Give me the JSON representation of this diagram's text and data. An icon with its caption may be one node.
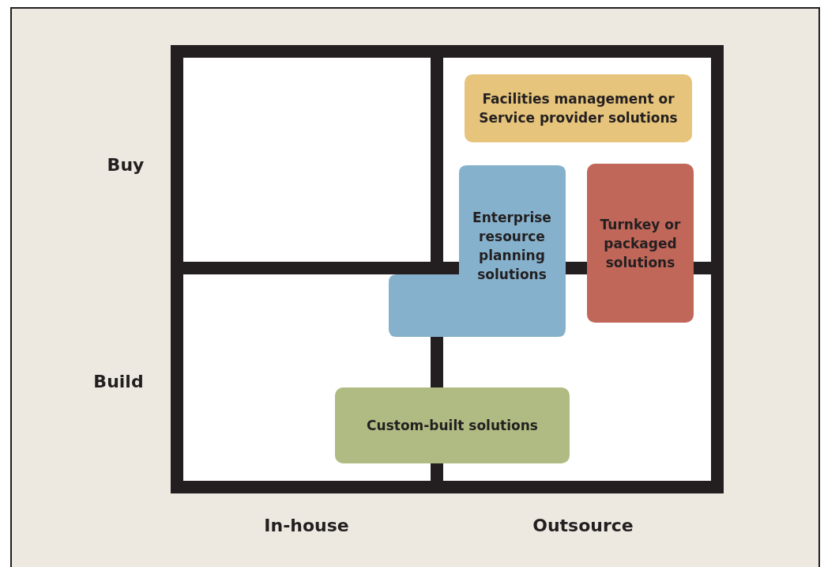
{
  "diagram": {
    "nodes": [
      {
        "text": [
          "Facilities management or Service provider solutions"
        ]
      },
      {
        "text": [
          "Enterprise resource planning solutions"
        ]
      },
      {
        "text": [
          "Turnkey or packaged solutions"
        ]
      },
      {
        "text": [
          "Custom-built solutions"
        ]
      }
    ],
    "labels": [
      "Buy",
      "Build",
      "In-house",
      "Outsource"
    ]
  }
}
